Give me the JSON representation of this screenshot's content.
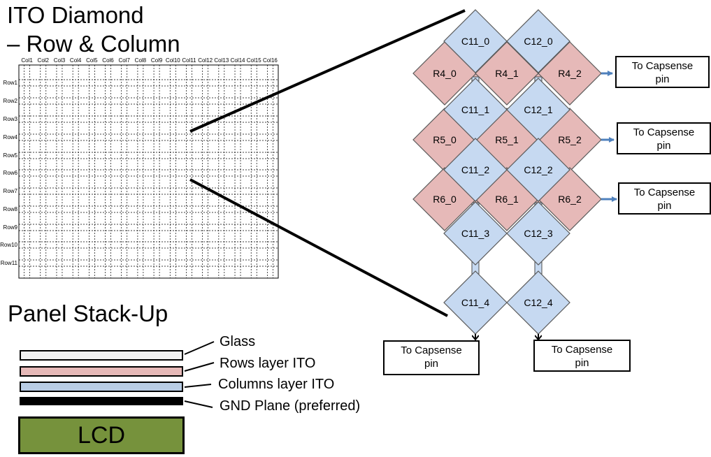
{
  "titles": {
    "ito_line1": "ITO Diamond",
    "ito_line2": "– Row & Column",
    "stackup": "Panel Stack-Up"
  },
  "grid": {
    "col_labels": [
      "Col1",
      "Col2",
      "Col3",
      "Col4",
      "Col5",
      "Col6",
      "Col7",
      "Col8",
      "Col9",
      "Col10",
      "Col11",
      "Col12",
      "Col13",
      "Col14",
      "Col15",
      "Col16"
    ],
    "row_labels": [
      "Row1",
      "Row2",
      "Row3",
      "Row4",
      "Row5",
      "Row6",
      "Row7",
      "Row8",
      "Row9",
      "Row10",
      "Row11"
    ]
  },
  "stack": {
    "layers": [
      {
        "label": "Glass",
        "color": "#f2f2f2"
      },
      {
        "label": "Rows layer ITO",
        "color": "#e6b9b8"
      },
      {
        "label": "Columns layer ITO",
        "color": "#b9cde5"
      },
      {
        "label": "GND Plane (preferred)",
        "color": "#000000"
      }
    ],
    "lcd_label": "LCD",
    "lcd_color": "#76923c"
  },
  "diagram": {
    "col_pad_color": "#c6d9f1",
    "row_pad_color": "#e6b9b8",
    "arrow_color": "#4f81bd",
    "columns": [
      {
        "labels": [
          "C11_0",
          "C11_1",
          "C11_2",
          "C11_3",
          "C11_4"
        ]
      },
      {
        "labels": [
          "C12_0",
          "C12_1",
          "C12_2",
          "C12_3",
          "C12_4"
        ]
      }
    ],
    "rows": [
      {
        "labels": [
          "R4_0",
          "R4_1",
          "R4_2"
        ]
      },
      {
        "labels": [
          "R5_0",
          "R5_1",
          "R5_2"
        ]
      },
      {
        "labels": [
          "R6_0",
          "R6_1",
          "R6_2"
        ]
      }
    ],
    "capsense": [
      {
        "line1": "To Capsense",
        "line2": "pin"
      },
      {
        "line1": "To Capsense",
        "line2": "pin"
      },
      {
        "line1": "To Capsense",
        "line2": "pin"
      },
      {
        "line1": "To Capsense",
        "line2": "pin"
      },
      {
        "line1": "To Capsense",
        "line2": "pin"
      }
    ]
  }
}
